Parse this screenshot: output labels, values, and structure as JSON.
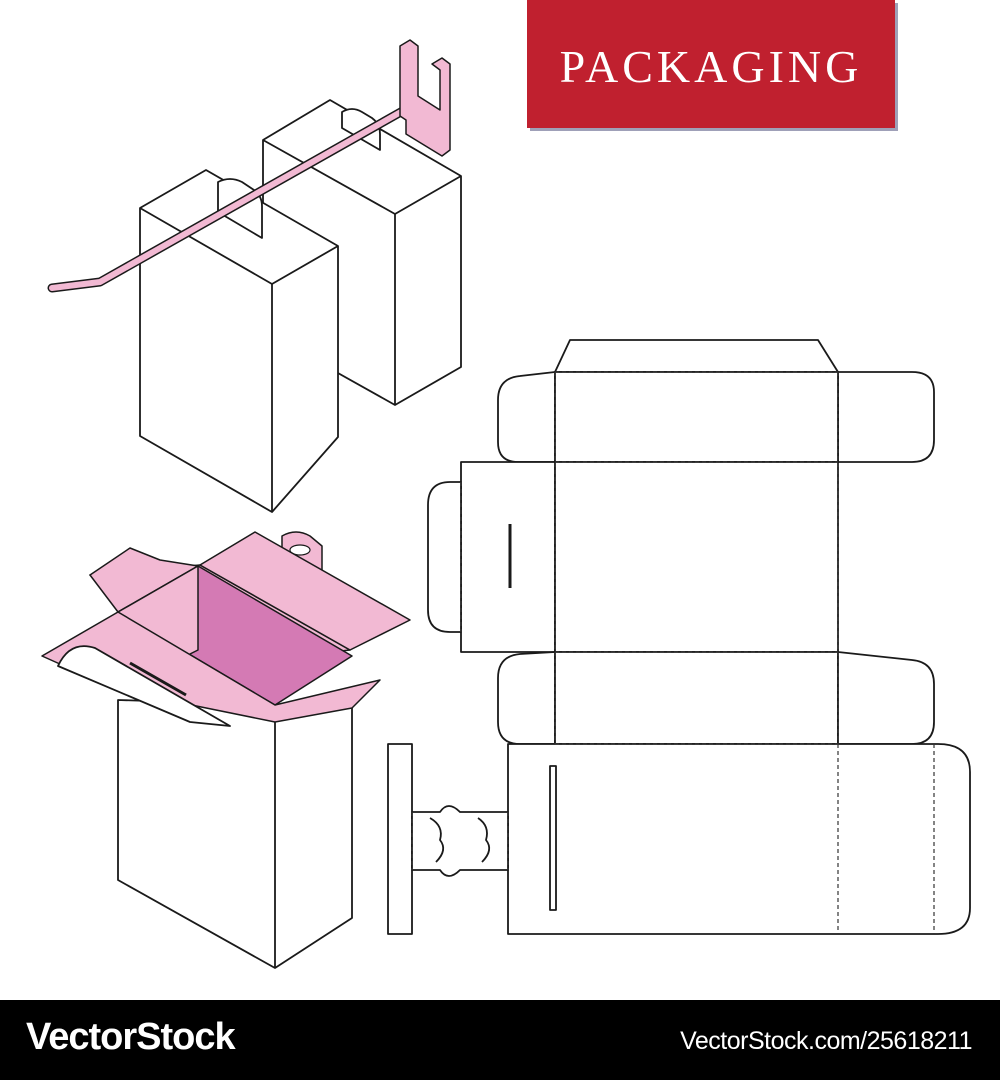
{
  "banner": {
    "title": "PACKAGING",
    "color": "#c0202f"
  },
  "footer": {
    "logo": "VectorStock",
    "url": "VectorStock.com/25618211"
  },
  "colors": {
    "pink": "#f2b9d3",
    "dark_pink": "#d47ab4",
    "line": "#1a1a1a"
  }
}
